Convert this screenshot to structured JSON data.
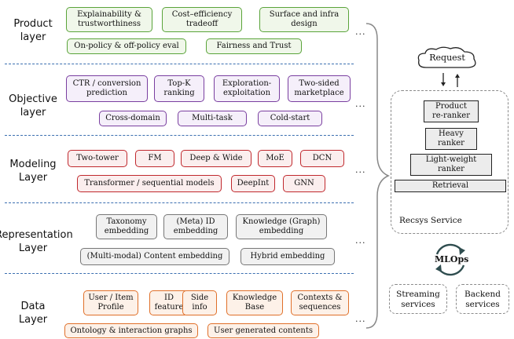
{
  "layers": [
    {
      "label": "Product\nlayer",
      "rows": [
        [
          "Explainability &\ntrustworthiness",
          "Cost–efficiency\ntradeoff",
          "Surface and infra\ndesign"
        ],
        [
          "On-policy & off-policy eval",
          "Fairness and Trust"
        ]
      ]
    },
    {
      "label": "Objective\nlayer",
      "rows": [
        [
          "CTR / conversion\nprediction",
          "Top-K\nranking",
          "Exploration-\nexploitation",
          "Two-sided\nmarketplace"
        ],
        [
          "Cross-domain",
          "Multi-task",
          "Cold-start"
        ]
      ]
    },
    {
      "label": "Modeling\nLayer",
      "rows": [
        [
          "Two-tower",
          "FM",
          "Deep & Wide",
          "MoE",
          "DCN"
        ],
        [
          "Transformer / sequential models",
          "DeepInt",
          "GNN"
        ]
      ]
    },
    {
      "label": "Representation\nLayer",
      "rows": [
        [
          "Taxonomy\nembedding",
          "(Meta) ID\nembedding",
          "Knowledge (Graph)\nembedding"
        ],
        [
          "(Multi-modal) Content embedding",
          "Hybrid embedding"
        ]
      ]
    },
    {
      "label": "Data\nLayer",
      "rows": [
        [
          "User /  Item\nProfile",
          "ID\nfeature",
          "Side\ninfo",
          "Knowledge\nBase",
          "Contexts &\nsequences"
        ],
        [
          "Ontology & interaction graphs",
          "User generated contents"
        ]
      ]
    }
  ],
  "ellipsis": "...",
  "colors": {
    "product": "#5aa43a",
    "objective": "#7a3fa0",
    "modeling": "#c0282d",
    "representation": "#777777",
    "data": "#e0702a",
    "separator": "#3b6fb0"
  },
  "service": {
    "request": "Request",
    "rankers": [
      "Product\nre-ranker",
      "Heavy\nranker",
      "Light-weight\nranker",
      "Retrieval"
    ],
    "label": "Recsys Service",
    "mlops": "MLOps",
    "streaming": "Streaming\nservices",
    "backend": "Backend\nservices"
  }
}
